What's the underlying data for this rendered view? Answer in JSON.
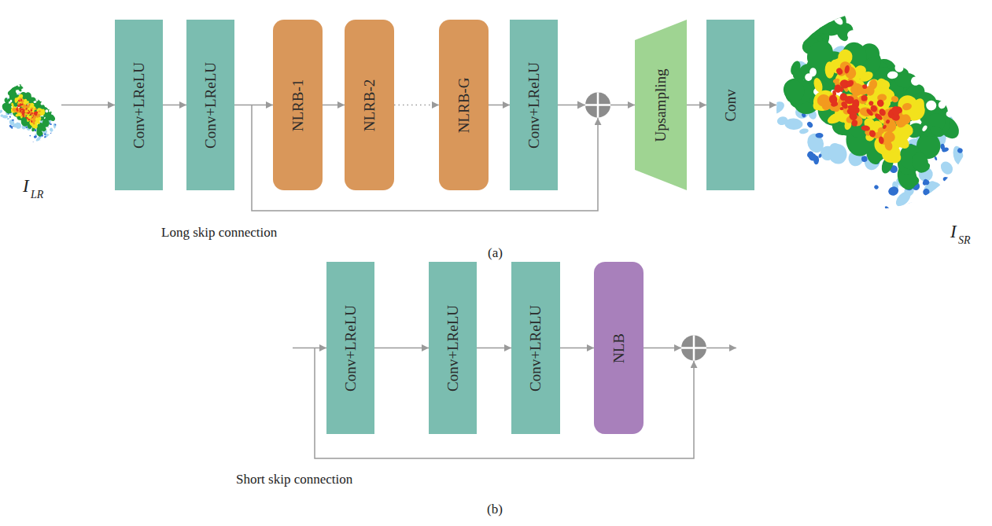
{
  "diagram": {
    "nodes": [
      {
        "text": [
          "Conv+LReLU"
        ]
      },
      {
        "text": [
          "Conv+LReLU"
        ]
      },
      {
        "text": [
          "NLRB-1"
        ]
      },
      {
        "text": [
          "NLRB-2"
        ]
      },
      {
        "text": [
          "NLRB-G"
        ]
      },
      {
        "text": [
          "Conv+LReLU"
        ]
      },
      {
        "text": [
          "Upsampling"
        ]
      },
      {
        "text": [
          "Conv"
        ]
      },
      {
        "text": [
          "Conv+LReLU"
        ]
      },
      {
        "text": [
          "Conv+LReLU"
        ]
      },
      {
        "text": [
          "Conv+LReLU"
        ]
      },
      {
        "text": [
          "NLB"
        ]
      }
    ],
    "edges": [
      {
        "from": 0,
        "to": 1,
        "arrow": "to"
      },
      {
        "from": 1,
        "to": 2,
        "arrow": "to"
      },
      {
        "from": 2,
        "to": 3,
        "arrow": "to"
      },
      {
        "from": 3,
        "to": 4,
        "arrow": "to"
      },
      {
        "from": 4,
        "to": 5,
        "arrow": "to"
      },
      {
        "from": 5,
        "to": 6,
        "arrow": "to"
      },
      {
        "from": 6,
        "to": 7,
        "arrow": "to"
      },
      {
        "from": 8,
        "to": 9,
        "arrow": "to"
      },
      {
        "from": 9,
        "to": 10,
        "arrow": "to"
      },
      {
        "from": 10,
        "to": 11,
        "arrow": "to"
      }
    ],
    "labels": [
      "I",
      "LR",
      "Long skip connection",
      "(a)",
      "I",
      "SR",
      "Short skip connection",
      "(b)"
    ]
  }
}
